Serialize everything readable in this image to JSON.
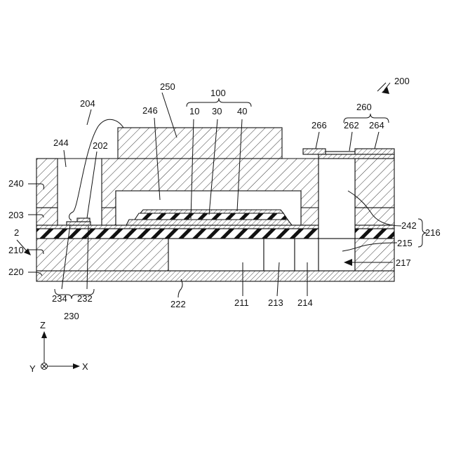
{
  "figure": {
    "labels": {
      "l200": "200",
      "l250": "250",
      "l100": "100",
      "l204": "204",
      "l246": "246",
      "l10": "10",
      "l30": "30",
      "l40": "40",
      "l260": "260",
      "l266": "266",
      "l262": "262",
      "l264": "264",
      "l244": "244",
      "l202": "202",
      "l240": "240",
      "l203": "203",
      "l2": "2",
      "l210": "210",
      "l220": "220",
      "l242": "242",
      "l216": "216",
      "l215": "215",
      "l217": "217",
      "l234": "234",
      "l232": "232",
      "l230": "230",
      "l222": "222",
      "l211": "211",
      "l213": "213",
      "l214": "214"
    },
    "axes": {
      "z": "Z",
      "x": "X",
      "y": "Y"
    }
  }
}
